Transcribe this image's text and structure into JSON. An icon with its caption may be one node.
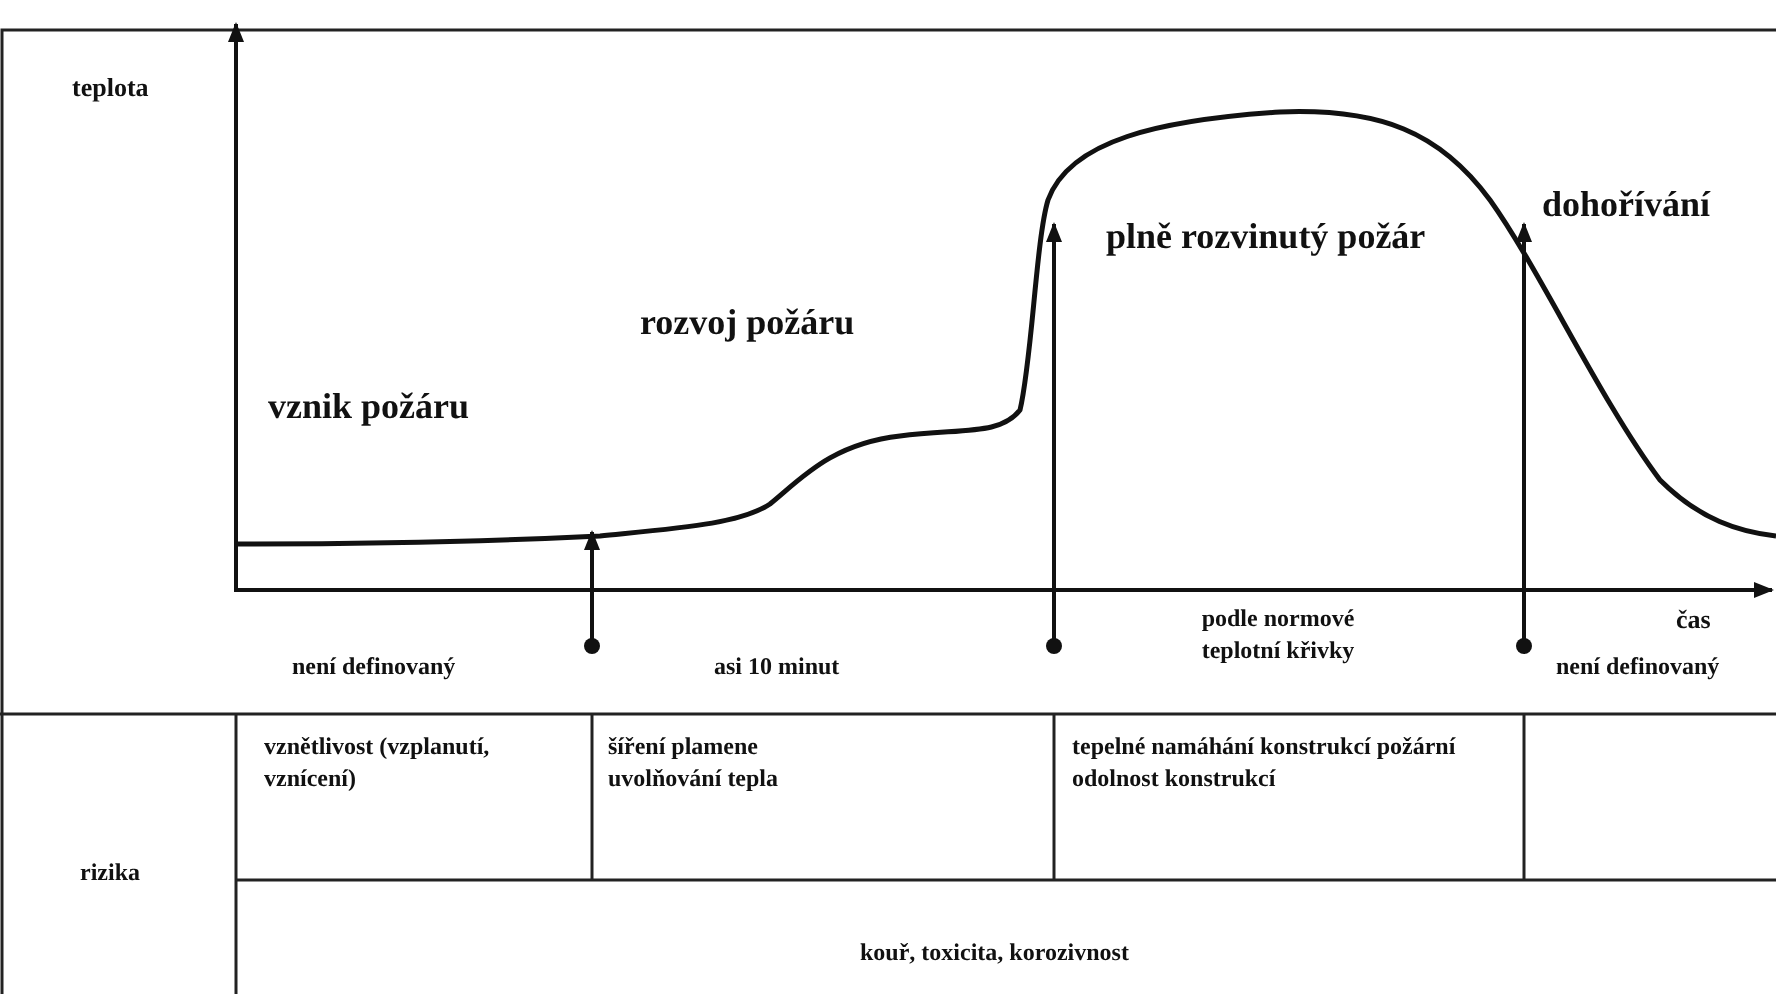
{
  "diagram": {
    "labels": [
      "teplota",
      "vznik požáru",
      "rozvoj požáru",
      "plně rozvinutý požár",
      "dohořívání",
      "čas",
      "není definovaný",
      "asi 10 minut",
      "podle normové teplotní křivky",
      "není definovaný",
      "vznětlivost (vzplanutí, vznícení)",
      "šíření plamene uvolňování tepla",
      "tepelné namáhání konstrukcí požární odolnost konstrukcí",
      "rizika",
      "kouř, toxicita, korozivnost"
    ]
  }
}
